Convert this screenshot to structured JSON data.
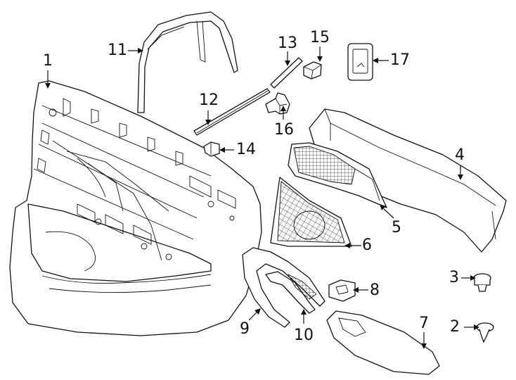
{
  "callouts": [
    {
      "id": "1",
      "label": "1"
    },
    {
      "id": "2",
      "label": "2"
    },
    {
      "id": "3",
      "label": "3"
    },
    {
      "id": "4",
      "label": "4"
    },
    {
      "id": "5",
      "label": "5"
    },
    {
      "id": "6",
      "label": "6"
    },
    {
      "id": "7",
      "label": "7"
    },
    {
      "id": "8",
      "label": "8"
    },
    {
      "id": "9",
      "label": "9"
    },
    {
      "id": "10",
      "label": "10"
    },
    {
      "id": "11",
      "label": "11"
    },
    {
      "id": "12",
      "label": "12"
    },
    {
      "id": "13",
      "label": "13"
    },
    {
      "id": "14",
      "label": "14"
    },
    {
      "id": "15",
      "label": "15"
    },
    {
      "id": "16",
      "label": "16"
    },
    {
      "id": "17",
      "label": "17"
    }
  ],
  "colors": {
    "line": "#111111",
    "background": "#ffffff"
  }
}
